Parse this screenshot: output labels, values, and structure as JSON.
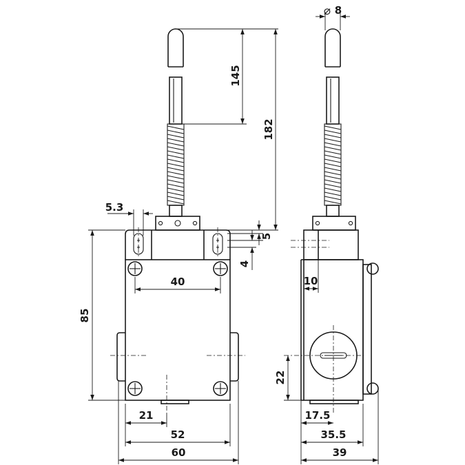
{
  "dimensions": {
    "diameter_symbol": "⌀",
    "rod_diameter": "8",
    "rod_length": "145",
    "overall_height": "182",
    "slot_width": "5.3",
    "slot_offset_top": "5",
    "slot_pitch": "4",
    "hole_spacing": "40",
    "body_height": "85",
    "center_offset": "21",
    "mount_spacing": "52",
    "body_width": "60",
    "side_slot_offset": "10",
    "knob_height": "22",
    "knob_offset": "17.5",
    "side_mount_spacing": "35.5",
    "side_depth": "39"
  }
}
